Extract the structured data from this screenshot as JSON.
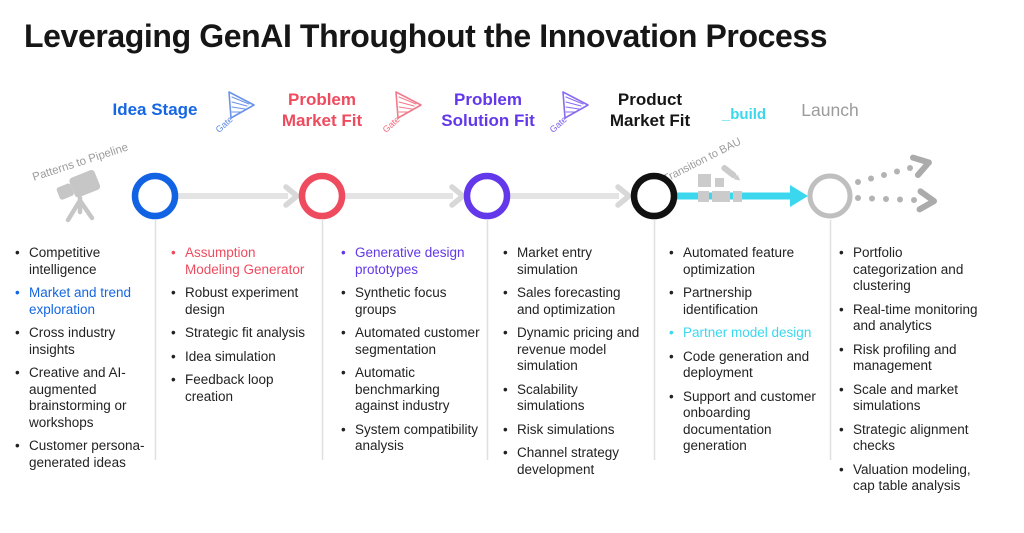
{
  "title": "Leveraging GenAI Throughout the Innovation Process",
  "stages": [
    {
      "label": "Idea Stage",
      "color": "#1566E2"
    },
    {
      "label": "Problem Market Fit",
      "color": "#EF4B5F"
    },
    {
      "label": "Problem Solution Fit",
      "color": "#6238EA"
    },
    {
      "label": "Product Market Fit",
      "color": "#161616"
    },
    {
      "label": "_build",
      "color": "#3BD7EF"
    },
    {
      "label": "Launch",
      "color": "#9B9B9B"
    }
  ],
  "timeline": {
    "gate_label": "Gate",
    "annotation_left": "Patterns to Pipeline",
    "annotation_right": "Transition to BAU",
    "node_colors": [
      "#1263E4",
      "#EF4B5F",
      "#6238EA",
      "#111111",
      "#BFBFBF"
    ],
    "arrow_gray": "#E2E2E2",
    "arrow_cyan": "#3BD7EF"
  },
  "columns": [
    {
      "stage": "Idea Stage",
      "items": [
        {
          "text": "Competitive intelligence"
        },
        {
          "text": "Market and trend exploration",
          "color": "#1566E2"
        },
        {
          "text": "Cross industry insights"
        },
        {
          "text": "Creative and AI-augmented brainstorming or workshops"
        },
        {
          "text": "Customer persona-generated ideas"
        }
      ]
    },
    {
      "stage": "Problem Market Fit",
      "items": [
        {
          "text": "Assumption Modeling Generator",
          "color": "#EF4B5F"
        },
        {
          "text": "Robust experiment design"
        },
        {
          "text": "Strategic fit analysis"
        },
        {
          "text": "Idea simulation"
        },
        {
          "text": "Feedback loop creation"
        }
      ]
    },
    {
      "stage": "Problem Solution Fit",
      "items": [
        {
          "text": "Generative design prototypes",
          "color": "#6238EA"
        },
        {
          "text": "Synthetic focus groups"
        },
        {
          "text": "Automated customer segmentation"
        },
        {
          "text": "Automatic benchmarking against industry"
        },
        {
          "text": "System compatibility analysis"
        }
      ]
    },
    {
      "stage": "Product Market Fit",
      "items": [
        {
          "text": "Market entry simulation"
        },
        {
          "text": "Sales forecasting and optimization"
        },
        {
          "text": "Dynamic pricing and revenue model simulation"
        },
        {
          "text": "Scalability simulations"
        },
        {
          "text": "Risk simulations"
        },
        {
          "text": "Channel strategy development"
        }
      ]
    },
    {
      "stage": "_build",
      "items": [
        {
          "text": "Automated feature optimization"
        },
        {
          "text": "Partnership identification"
        },
        {
          "text": "Partner model design",
          "color": "#3BD7EF"
        },
        {
          "text": "Code generation and deployment"
        },
        {
          "text": "Support and customer onboarding documentation generation"
        }
      ]
    },
    {
      "stage": "Launch",
      "items": [
        {
          "text": "Portfolio categorization and clustering"
        },
        {
          "text": "Real-time monitoring and analytics"
        },
        {
          "text": "Risk profiling and management"
        },
        {
          "text": "Scale and market simulations"
        },
        {
          "text": "Strategic alignment checks"
        },
        {
          "text": "Valuation modeling, cap table analysis"
        }
      ]
    }
  ]
}
